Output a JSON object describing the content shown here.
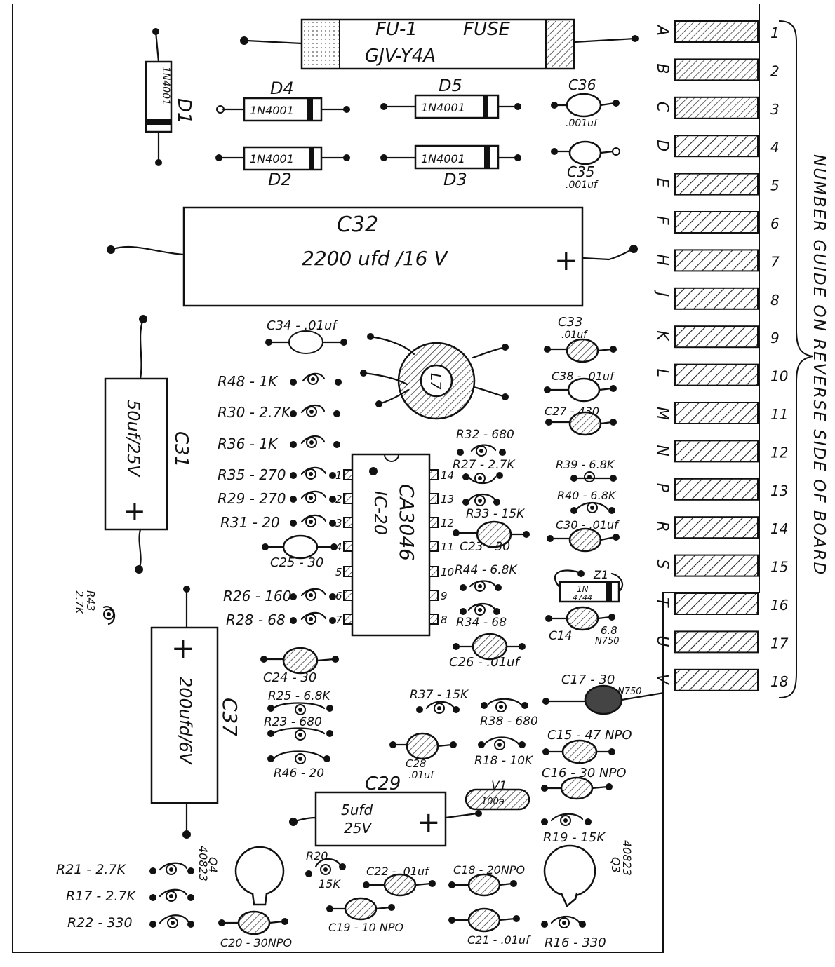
{
  "fuse": {
    "ref": "FU-1",
    "type": "FUSE",
    "part": "GJV-Y4A"
  },
  "diodes": {
    "d1": {
      "ref": "D1",
      "part": "1N4001"
    },
    "d2": {
      "ref": "D2",
      "part": "1N4001"
    },
    "d3": {
      "ref": "D3",
      "part": "1N4001"
    },
    "d4": {
      "ref": "D4",
      "part": "1N4001"
    },
    "d5": {
      "ref": "D5",
      "part": "1N4001"
    }
  },
  "capacitors_large": {
    "c32": {
      "ref": "C32",
      "value": "2200 ufd /16 V",
      "polarity": "+"
    },
    "c31": {
      "ref": "C31",
      "value": "50uf/25V",
      "polarity": "+"
    },
    "c37": {
      "ref": "C37",
      "value": "200ufd/6V",
      "polarity": "+"
    },
    "c29": {
      "ref": "C29",
      "value_line1": "5ufd",
      "value_line2": "25V",
      "polarity": "+"
    }
  },
  "ic": {
    "ref": "IC-20",
    "part": "CA3046",
    "pins_left": [
      "1",
      "2",
      "3",
      "4",
      "5",
      "6",
      "7"
    ],
    "pins_right": [
      "14",
      "13",
      "12",
      "11",
      "10",
      "9",
      "8"
    ]
  },
  "toroid": {
    "ref": "L7"
  },
  "small_caps": {
    "c36": "C36",
    "c36_v": ".001uf",
    "c35": "C35",
    "c35_v": ".001uf",
    "c34": "C34 - .01uf",
    "c33": "C33",
    "c33_v": ".01uf",
    "c38": "C38 - .01uf",
    "c27": "C27 - 430",
    "c30": "C30 - .01uf",
    "c23": "C23 - 30",
    "c25": "C25 - 30",
    "c14": "C14",
    "c14_v": "6.8",
    "c14_t": "N750",
    "c26": "C26 - .01uf",
    "c24": "C24 - 30",
    "c17": "C17 - 30",
    "c17_t": "N750",
    "c15": "C15 - 47 NPO",
    "c16": "C16 - 30 NPO",
    "c28": "C28",
    "c28_v": ".01uf",
    "c22": "C22 - .01uf",
    "c18": "C18 - 20NPO",
    "c19": "C19 - 10 NPO",
    "c20": "C20 - 30NPO",
    "c21": "C21 - .01uf"
  },
  "resistors": {
    "r48": "R48 - 1K",
    "r30": "R30 - 2.7K",
    "r36": "R36 - 1K",
    "r35": "R35 - 270",
    "r29": "R29 - 270",
    "r31": "R31 - 20",
    "r26": "R26 - 160",
    "r28": "R28 - 68",
    "r43": "R43",
    "r43_v": "2.7K",
    "r32": "R32 - 680",
    "r27": "R27 - 2.7K",
    "r33": "R33 - 15K",
    "r44": "R44 - 6.8K",
    "r34": "R34 - 68",
    "r39": "R39 - 6.8K",
    "r40": "R40 - 6.8K",
    "r25": "R25 - 6.8K",
    "r23": "R23 - 680",
    "r46": "R46 - 20",
    "r37": "R37 - 15K",
    "r38": "R38 - 680",
    "r18": "R18 - 10K",
    "r19": "R19 - 15K",
    "r20": "R20",
    "r20_v": "15K",
    "r21": "R21 - 2.7K",
    "r17": "R17 - 2.7K",
    "r22": "R22 - 330",
    "r16": "R16 - 330"
  },
  "misc": {
    "z1": "Z1",
    "z1_v": "1N",
    "z1_t": "4744",
    "v1": "V1",
    "v1_part": "100a",
    "q4": "Q4",
    "q4_part": "40823",
    "q3": "Q3",
    "q3_part": "40823"
  },
  "edge_letters": [
    "A",
    "B",
    "C",
    "D",
    "E",
    "F",
    "H",
    "J",
    "K",
    "L",
    "M",
    "N",
    "P",
    "R",
    "S",
    "T",
    "U",
    "V"
  ],
  "edge_numbers": [
    "1",
    "2",
    "3",
    "4",
    "5",
    "6",
    "7",
    "8",
    "9",
    "10",
    "11",
    "12",
    "13",
    "14",
    "15",
    "16",
    "17",
    "18"
  ],
  "side_note": "NUMBER GUIDE ON REVERSE SIDE OF BOARD"
}
